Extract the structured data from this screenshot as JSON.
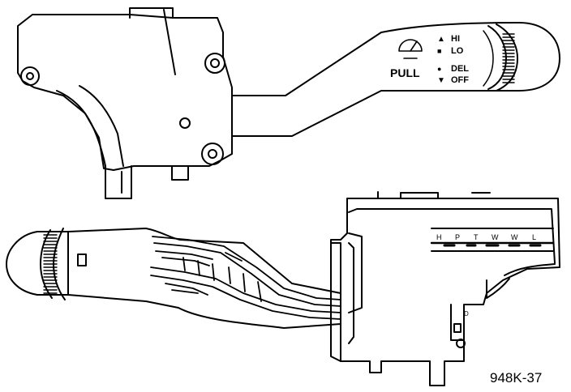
{
  "wiper_switch": {
    "pull_label": "PULL",
    "positions": [
      {
        "symbol": "▲",
        "label": "HI"
      },
      {
        "symbol": "■",
        "label": "LO"
      },
      {
        "symbol": "●",
        "label": "DEL"
      },
      {
        "symbol": "▼",
        "label": "OFF"
      }
    ]
  },
  "connector": {
    "pin_labels": [
      "H",
      "P",
      "T",
      "W",
      "W",
      "L"
    ]
  },
  "figure_id": "948K-37"
}
